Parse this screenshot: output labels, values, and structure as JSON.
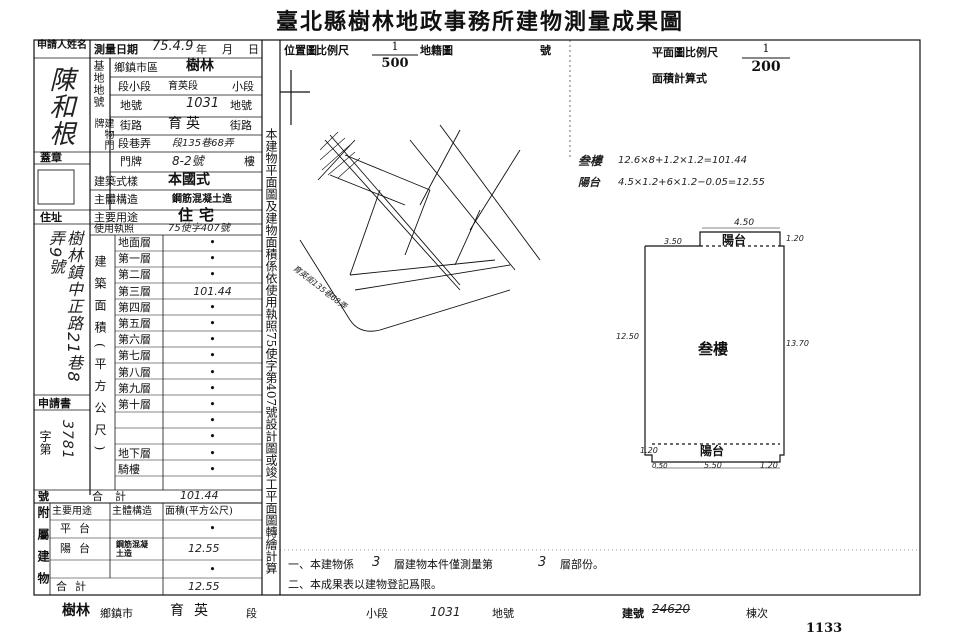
{
  "title": "臺北縣樹林地政事務所建物測量成果圖",
  "left_table": {
    "applicant_label": "申請人姓名",
    "applicant_name": "陳和根",
    "survey_date_label": "測量日期",
    "survey_date_value": "75.4.9",
    "date_year": "年",
    "date_month": "月",
    "date_day": "日",
    "base_label": "基地地號",
    "town_label": "鄉鎮市區",
    "town_value": "樹林",
    "section_label": "段小段",
    "section_value": "育英段",
    "section_suffix": "小段",
    "lot_label": "地號",
    "lot_value": "1031",
    "lot_suffix": "地號",
    "door_group_label": "建物門牌",
    "street_label": "街路",
    "street_value": "育英",
    "street_suffix": "街路",
    "lane_label": "段巷弄",
    "lane_value": "段135巷68弄",
    "number_label": "門牌",
    "number_value": "8-2號",
    "number_suffix": "樓",
    "seal_label": "蓋章",
    "style_label": "建築式樣",
    "style_value": "本國式",
    "structure_label": "主體構造",
    "structure_value": "鋼筋混凝土造",
    "usage_label": "主要用途",
    "usage_value": "住宅",
    "license_label": "使用執照",
    "license_value": "75使字407號",
    "address_label": "住址",
    "address_value": "樹林鎮中正路21巷8弄9號",
    "area_group_label": "建築面積(平方公尺)",
    "floors": [
      {
        "name": "地面層",
        "value": "•"
      },
      {
        "name": "第一層",
        "value": "•"
      },
      {
        "name": "第二層",
        "value": "•"
      },
      {
        "name": "第三層",
        "value": "101.44"
      },
      {
        "name": "第四層",
        "value": "•"
      },
      {
        "name": "第五層",
        "value": "•"
      },
      {
        "name": "第六層",
        "value": "•"
      },
      {
        "name": "第七層",
        "value": "•"
      },
      {
        "name": "第八層",
        "value": "•"
      },
      {
        "name": "第九層",
        "value": "•"
      },
      {
        "name": "第十層",
        "value": "•"
      },
      {
        "name": "",
        "value": "•"
      },
      {
        "name": "",
        "value": "•"
      },
      {
        "name": "地下層",
        "value": "•"
      },
      {
        "name": "騎樓",
        "value": "•"
      }
    ],
    "request_label": "申請書",
    "word_label": "字第",
    "word_value": "3781",
    "hao_label": "號",
    "total_label": "合計",
    "total_value": "101.44",
    "annex_label": "附屬建物",
    "annex_headers": [
      "主要用途",
      "主體構造",
      "面積(平方公尺)"
    ],
    "annex_rows": [
      {
        "use": "平台",
        "structure": "",
        "area": "•"
      },
      {
        "use": "陽台",
        "structure": "鋼筋混凝土造",
        "area": "12.55"
      },
      {
        "use": "",
        "structure": "",
        "area": "•"
      }
    ],
    "annex_total_label": "合計",
    "annex_total_value": "12.55"
  },
  "location_map": {
    "label": "位置圖",
    "scale_label": "比例尺",
    "scale_num": "1",
    "scale_den": "500",
    "cadastral_label": "地籍圖",
    "cadastral_suffix": "號",
    "road_note": "育英街135巷68弄"
  },
  "vertical_note": "本建物平面圖及建物面積係依使用執照75使字第407號設計圖或竣工平面圖轉繪計算",
  "plan": {
    "scale_label": "平面圖比例尺",
    "scale_num": "1",
    "scale_den": "200",
    "calc_label": "面積計算式",
    "calc_line1_label": "叁樓",
    "calc_line1": "12.6×8+1.2×1.2=101.44",
    "calc_line2_label": "陽台",
    "calc_line2": "4.5×1.2+6×1.2−0.05=12.55",
    "room_label": "叁樓",
    "balcony_label": "陽台",
    "dim_top": "4.50",
    "dim_left_top": "3.50",
    "dim_right_top": "1.20",
    "dim_left": "12.50",
    "dim_right": "13.70",
    "dim_bottom_left": "1.20",
    "dim_bottom_left2": "0.50",
    "dim_bottom_mid": "5.50",
    "dim_bottom_right": "1.20"
  },
  "notes": {
    "note1_a": "一、本建物係",
    "note1_b": "層建物本件僅測量第",
    "note1_c": "層部份。",
    "note1_total_floors": "3",
    "note1_floor": "3",
    "note2": "二、本成果表以建物登記爲限。"
  },
  "footer": {
    "town": "樹林",
    "town_suffix": "鄉鎮市",
    "section": "育英",
    "section_suffix": "段",
    "subsection_suffix": "小段",
    "lot": "1031",
    "lot_suffix": "地號",
    "building_no_label": "建號",
    "building_no": "24620",
    "sheet_suffix": "棟次",
    "page_no": "1133"
  }
}
